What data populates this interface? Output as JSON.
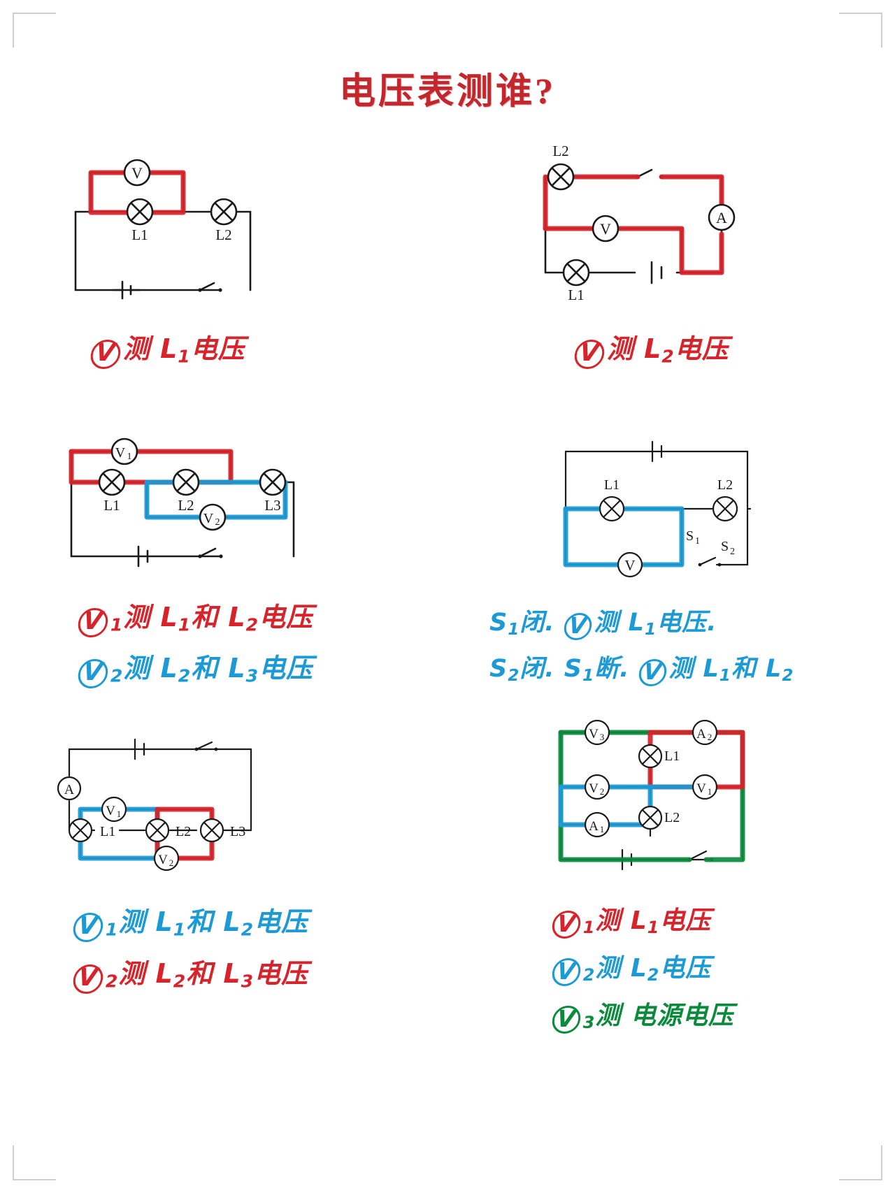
{
  "page": {
    "title": "电压表测谁?",
    "title_color": "#c1272d",
    "background": "#ffffff"
  },
  "colors": {
    "red": "#d8232a",
    "blue": "#1b9ad6",
    "green": "#0b8a3c",
    "wire": "#1a1a1a"
  },
  "circuits": [
    {
      "id": "circuit-1",
      "position": "top-left",
      "labels": [
        "V",
        "L1",
        "L2"
      ],
      "meters": [
        {
          "name": "V",
          "type": "voltmeter",
          "highlight": "red"
        }
      ],
      "lamps": [
        "L1",
        "L2"
      ],
      "has_battery": true,
      "has_switch": true,
      "annotations": [
        {
          "meter": "V",
          "sub": "",
          "text": "测 L",
          "sub2": "1",
          "tail": " 电压",
          "color": "red"
        }
      ]
    },
    {
      "id": "circuit-2",
      "position": "top-right",
      "labels": [
        "L2",
        "A",
        "V",
        "L1"
      ],
      "meters": [
        {
          "name": "V",
          "type": "voltmeter",
          "highlight": "red"
        },
        {
          "name": "A",
          "type": "ammeter",
          "highlight": "red"
        }
      ],
      "lamps": [
        "L1",
        "L2"
      ],
      "has_battery": true,
      "has_switch": true,
      "annotations": [
        {
          "meter": "V",
          "sub": "",
          "text": "测 L",
          "sub2": "2",
          "tail": " 电压",
          "color": "red"
        }
      ]
    },
    {
      "id": "circuit-3",
      "position": "mid-left",
      "labels": [
        "V1",
        "V2",
        "L1",
        "L2",
        "L3"
      ],
      "meters": [
        {
          "name": "V1",
          "type": "voltmeter",
          "highlight": "red"
        },
        {
          "name": "V2",
          "type": "voltmeter",
          "highlight": "blue"
        }
      ],
      "lamps": [
        "L1",
        "L2",
        "L3"
      ],
      "has_battery": true,
      "has_switch": true,
      "annotations": [
        {
          "meter": "V",
          "sub": "1",
          "text": "测 L",
          "sub2": "1",
          "tail": " 和 L",
          "sub3": "2",
          "tail2": " 电压",
          "color": "red"
        },
        {
          "meter": "V",
          "sub": "2",
          "text": "测 L",
          "sub2": "2",
          "tail": " 和 L",
          "sub3": "3",
          "tail2": " 电压",
          "color": "blue"
        }
      ]
    },
    {
      "id": "circuit-4",
      "position": "mid-right",
      "labels": [
        "L1",
        "L2",
        "S1",
        "S2",
        "V"
      ],
      "meters": [
        {
          "name": "V",
          "type": "voltmeter",
          "highlight": "blue"
        }
      ],
      "lamps": [
        "L1",
        "L2"
      ],
      "switches": [
        "S1",
        "S2"
      ],
      "has_battery": true,
      "annotations": [
        {
          "line": "S₁闭. Ⓥ测L₁电压.",
          "color": "blue"
        },
        {
          "line": "S₂闭. S₁断. Ⓥ测L₁和L₂",
          "color": "blue"
        }
      ]
    },
    {
      "id": "circuit-5",
      "position": "bottom-left",
      "labels": [
        "A",
        "V1",
        "V2",
        "L1",
        "L2",
        "L3"
      ],
      "meters": [
        {
          "name": "A",
          "type": "ammeter",
          "highlight": "none"
        },
        {
          "name": "V1",
          "type": "voltmeter",
          "highlight": "blue"
        },
        {
          "name": "V2",
          "type": "voltmeter",
          "highlight": "red"
        }
      ],
      "lamps": [
        "L1",
        "L2",
        "L3"
      ],
      "has_battery": true,
      "has_switch": true,
      "annotations": [
        {
          "meter": "V",
          "sub": "1",
          "text": "测 L",
          "sub2": "1",
          "tail": " 和 L",
          "sub3": "2",
          "tail2": " 电压",
          "color": "blue"
        },
        {
          "meter": "V",
          "sub": "2",
          "text": "测 L",
          "sub2": "2",
          "tail": " 和 L",
          "sub3": "3",
          "tail2": " 电压",
          "color": "red"
        }
      ]
    },
    {
      "id": "circuit-6",
      "position": "bottom-right",
      "labels": [
        "V3",
        "A2",
        "V2",
        "V1",
        "A1",
        "L1",
        "L2"
      ],
      "meters": [
        {
          "name": "V1",
          "type": "voltmeter",
          "highlight": "red"
        },
        {
          "name": "V2",
          "type": "voltmeter",
          "highlight": "blue"
        },
        {
          "name": "V3",
          "type": "voltmeter",
          "highlight": "green"
        },
        {
          "name": "A1",
          "type": "ammeter",
          "highlight": "blue"
        },
        {
          "name": "A2",
          "type": "ammeter",
          "highlight": "red"
        }
      ],
      "lamps": [
        "L1",
        "L2"
      ],
      "has_battery": true,
      "has_switch": true,
      "annotations": [
        {
          "meter": "V",
          "sub": "1",
          "text": "测 L",
          "sub2": "1",
          "tail": " 电压",
          "color": "red"
        },
        {
          "meter": "V",
          "sub": "2",
          "text": "测 L",
          "sub2": "2",
          "tail": " 电压",
          "color": "blue"
        },
        {
          "meter": "V",
          "sub": "3",
          "text": "测 电源电压",
          "color": "green"
        }
      ]
    }
  ],
  "text": {
    "c1_v": "V",
    "c1_l1": "L1",
    "c1_l2": "L2",
    "c1_ann_meter": "V",
    "c1_ann_body": "测 L",
    "c1_ann_sub": "1",
    "c1_ann_tail": "电压",
    "c2_l1": "L1",
    "c2_l2": "L2",
    "c2_v": "V",
    "c2_a": "A",
    "c2_ann_meter": "V",
    "c2_ann_body": "测 L",
    "c2_ann_sub": "2",
    "c2_ann_tail": "电压",
    "c3_v1": "V",
    "c3_v1_sub": "1",
    "c3_v2": "V",
    "c3_v2_sub": "2",
    "c3_l1": "L1",
    "c3_l2": "L2",
    "c3_l3": "L3",
    "c3_ann1_meter": "V",
    "c3_ann1_msub": "1",
    "c3_ann1_a": "测 L",
    "c3_ann1_s1": "1",
    "c3_ann1_b": "和 L",
    "c3_ann1_s2": "2",
    "c3_ann1_c": "电压",
    "c3_ann2_meter": "V",
    "c3_ann2_msub": "2",
    "c3_ann2_a": "测 L",
    "c3_ann2_s1": "2",
    "c3_ann2_b": "和 L",
    "c3_ann2_s2": "3",
    "c3_ann2_c": "电压",
    "c4_l1": "L1",
    "c4_l2": "L2",
    "c4_s1": "S",
    "c4_s1_sub": "1",
    "c4_s2": "S",
    "c4_s2_sub": "2",
    "c4_v": "V",
    "c4_ann1_a": "S",
    "c4_ann1_s1": "1",
    "c4_ann1_b": "闭.",
    "c4_ann1_meter": "V",
    "c4_ann1_c": "测 L",
    "c4_ann1_s2": "1",
    "c4_ann1_d": "电压.",
    "c4_ann2_a": "S",
    "c4_ann2_s1": "2",
    "c4_ann2_b": "闭.",
    "c4_ann2_c": "S",
    "c4_ann2_s2": "1",
    "c4_ann2_d": "断.",
    "c4_ann2_meter": "V",
    "c4_ann2_e": "测 L",
    "c4_ann2_s3": "1",
    "c4_ann2_f": "和 L",
    "c4_ann2_s4": "2",
    "c5_a": "A",
    "c5_v1": "V",
    "c5_v1_sub": "1",
    "c5_v2": "V",
    "c5_v2_sub": "2",
    "c5_l1": "L1",
    "c5_l2": "L2",
    "c5_l3": "L3",
    "c5_ann1_meter": "V",
    "c5_ann1_msub": "1",
    "c5_ann1_a": "测 L",
    "c5_ann1_s1": "1",
    "c5_ann1_b": "和 L",
    "c5_ann1_s2": "2",
    "c5_ann1_c": "电压",
    "c5_ann2_meter": "V",
    "c5_ann2_msub": "2",
    "c5_ann2_a": "测 L",
    "c5_ann2_s1": "2",
    "c5_ann2_b": "和 L",
    "c5_ann2_s2": "3",
    "c5_ann2_c": "电压",
    "c6_v3": "V",
    "c6_v3_sub": "3",
    "c6_a2": "A",
    "c6_a2_sub": "2",
    "c6_v2": "V",
    "c6_v2_sub": "2",
    "c6_v1": "V",
    "c6_v1_sub": "1",
    "c6_a1": "A",
    "c6_a1_sub": "1",
    "c6_l1": "L1",
    "c6_l2": "L2",
    "c6_ann1_meter": "V",
    "c6_ann1_msub": "1",
    "c6_ann1_a": "测 L",
    "c6_ann1_s1": "1",
    "c6_ann1_b": "电压",
    "c6_ann2_meter": "V",
    "c6_ann2_msub": "2",
    "c6_ann2_a": "测 L",
    "c6_ann2_s1": "2",
    "c6_ann2_b": "电压",
    "c6_ann3_meter": "V",
    "c6_ann3_msub": "3",
    "c6_ann3_a": "测 电源电压"
  }
}
